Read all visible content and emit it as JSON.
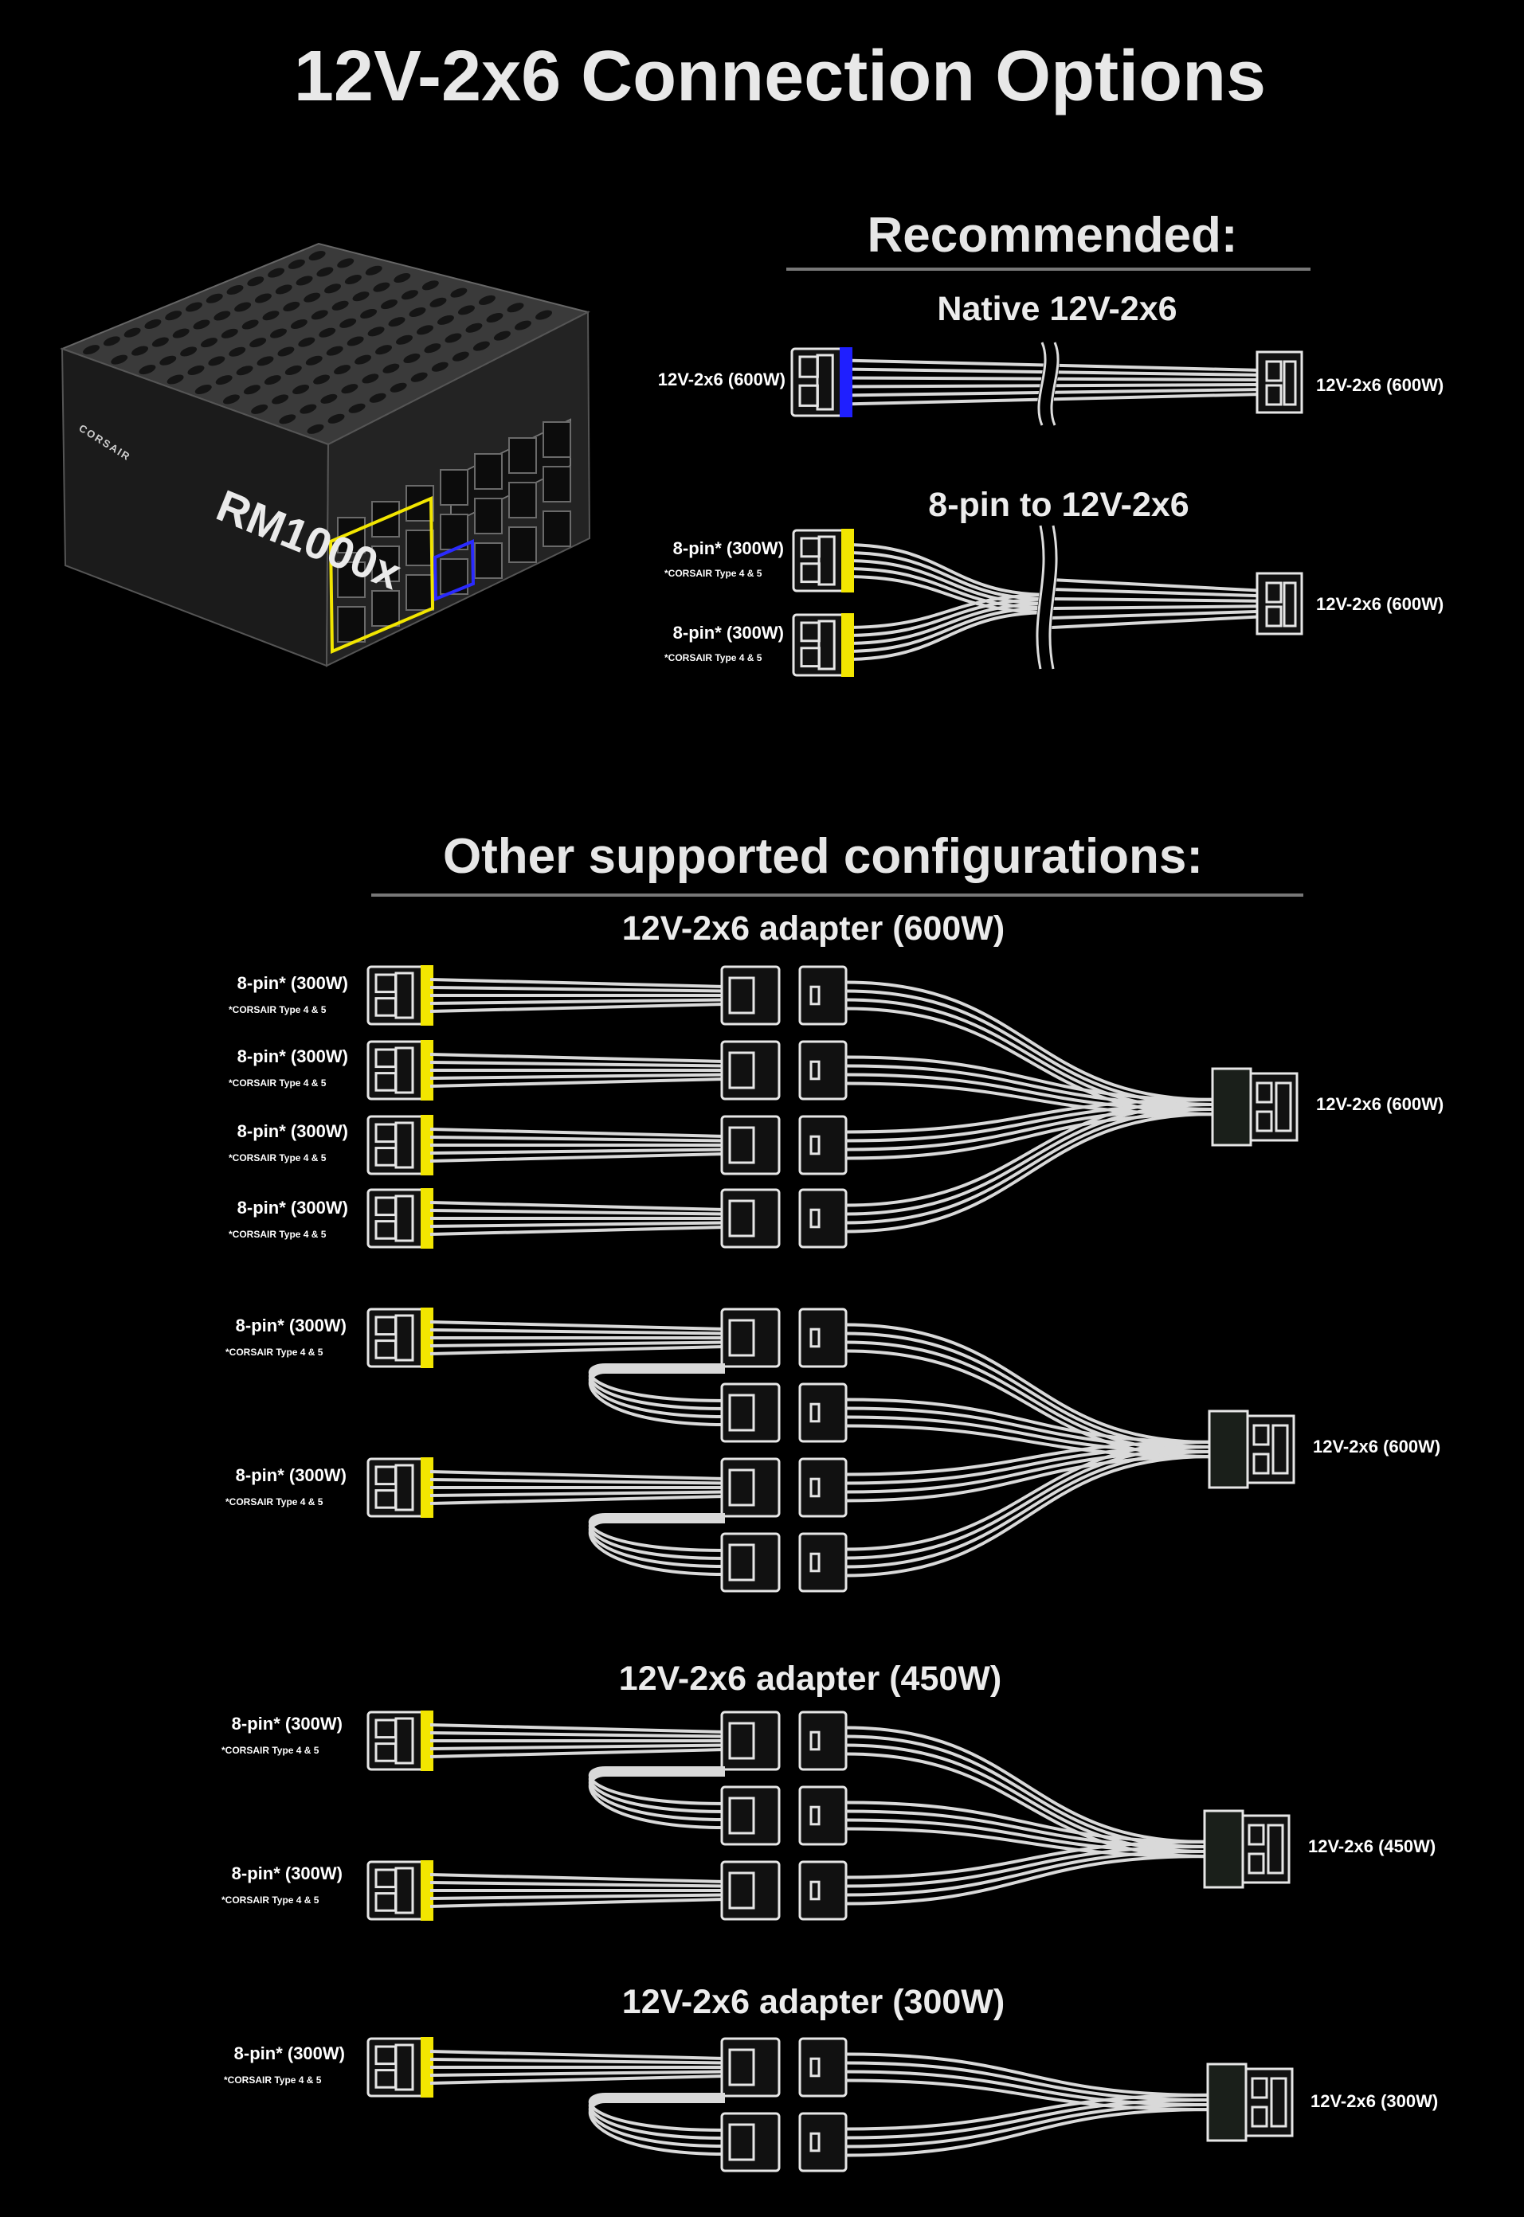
{
  "title": "12V-2x6 Connection Options",
  "recommended": {
    "heading": "Recommended:",
    "native": {
      "title": "Native 12V-2x6",
      "left_label": "12V-2x6 (600W)",
      "right_label": "12V-2x6 (600W)"
    },
    "eight_pin": {
      "title": "8-pin to 12V-2x6",
      "input_labels": [
        "8-pin* (300W)",
        "8-pin* (300W)"
      ],
      "input_note": "*CORSAIR Type 4 & 5",
      "right_label": "12V-2x6 (600W)"
    }
  },
  "other": {
    "heading": "Other supported configurations:",
    "adapter600_title": "12V-2x6 adapter (600W)",
    "adapter600_four": {
      "input_labels": [
        "8-pin* (300W)",
        "8-pin* (300W)",
        "8-pin* (300W)",
        "8-pin* (300W)"
      ],
      "input_note": "*CORSAIR Type 4 & 5",
      "output_label": "12V-2x6 (600W)"
    },
    "adapter600_two": {
      "input_labels": [
        "8-pin* (300W)",
        "8-pin* (300W)"
      ],
      "input_note": "*CORSAIR Type 4 & 5",
      "output_label": "12V-2x6 (600W)"
    },
    "adapter450": {
      "title": "12V-2x6 adapter (450W)",
      "input_labels": [
        "8-pin* (300W)",
        "8-pin* (300W)"
      ],
      "input_note": "*CORSAIR Type 4 & 5",
      "output_label": "12V-2x6 (450W)"
    },
    "adapter300": {
      "title": "12V-2x6 adapter (300W)",
      "input_labels": [
        "8-pin* (300W)"
      ],
      "input_note": "*CORSAIR Type 4 & 5",
      "output_label": "12V-2x6 (300W)"
    }
  },
  "psu": {
    "model": "RM1000x",
    "brand": "CORSAIR"
  },
  "colors": {
    "native_marker": "#1f1fff",
    "pcie_marker": "#f2e600",
    "background": "#000000"
  }
}
